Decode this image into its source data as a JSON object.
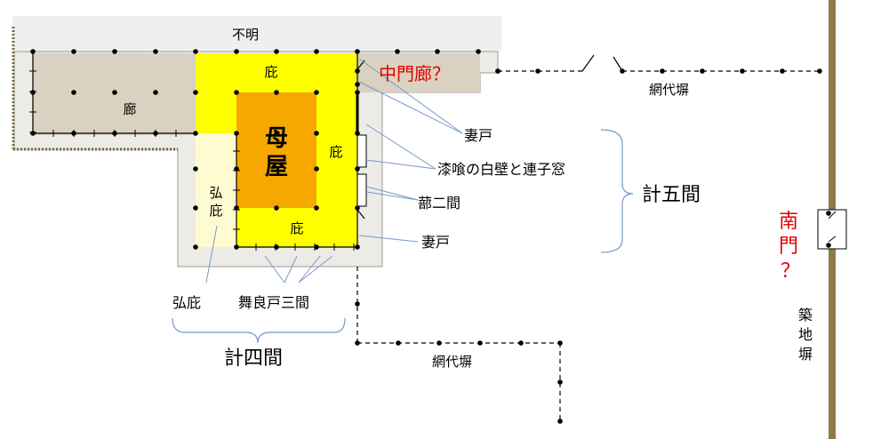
{
  "labels": {
    "fumei": "不明",
    "ro": "廊",
    "hisashi_top": "庇",
    "moya_1": "母",
    "moya_2": "屋",
    "hisashi_right": "庇",
    "hisashi_bottom": "庇",
    "hirobisashi_1": "弘",
    "hirobisashi_2": "庇",
    "chumonro": "中門廊？",
    "ajiro_bei_top": "網代塀",
    "ajiro_bei_bottom": "網代塀",
    "tsumado_top": "妻戸",
    "shikkui": "漆喰の白壁と連子窓",
    "shitomi": "蔀二間",
    "tsumado_bottom": "妻戸",
    "kei_gokan": "計五間",
    "hirobisashi_note": "弘庇",
    "mairado": "舞良戸三間",
    "kei_yonkan": "計四間",
    "nanmon_1": "南",
    "nanmon_2": "門",
    "nanmon_3": "？",
    "tsuiji_1": "築",
    "tsuiji_2": "地",
    "tsuiji_3": "塀"
  },
  "colors": {
    "moya": "#f5a800",
    "hisashi": "#ffff00",
    "hirobisashi": "#fffbd0",
    "corridor": "#d9d2c0",
    "outer_floor": "#ecebe6",
    "unknown_band": "#efefef",
    "wall": "#8c7b45",
    "accent_red": "#e00000",
    "leader": "#7799c8"
  }
}
